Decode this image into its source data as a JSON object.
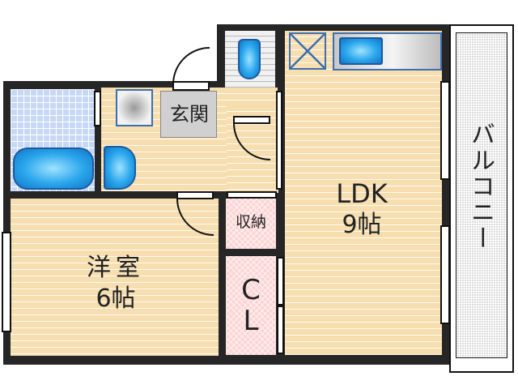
{
  "floorplan": {
    "rooms": {
      "entrance": {
        "label": "玄関"
      },
      "ldk": {
        "name": "LDK",
        "size": "9帖"
      },
      "western_room": {
        "name": "洋室",
        "size": "6帖"
      },
      "storage": {
        "label": "収納"
      },
      "closet": {
        "line1": "C",
        "line2": "L"
      },
      "balcony": {
        "label": "バルコニー"
      }
    },
    "fixtures": [
      "unit-bath",
      "washbasin",
      "washing-machine-space",
      "toilet",
      "kitchen-sink",
      "refrigerator-space"
    ],
    "colors": {
      "wall": "#262626",
      "floor": "#f6deb0",
      "storage": "#fcd4d4",
      "bath_tile": "#c6d8f6",
      "fixture_blue": "#2aa6ec",
      "balcony": "#d9d9d9"
    }
  }
}
